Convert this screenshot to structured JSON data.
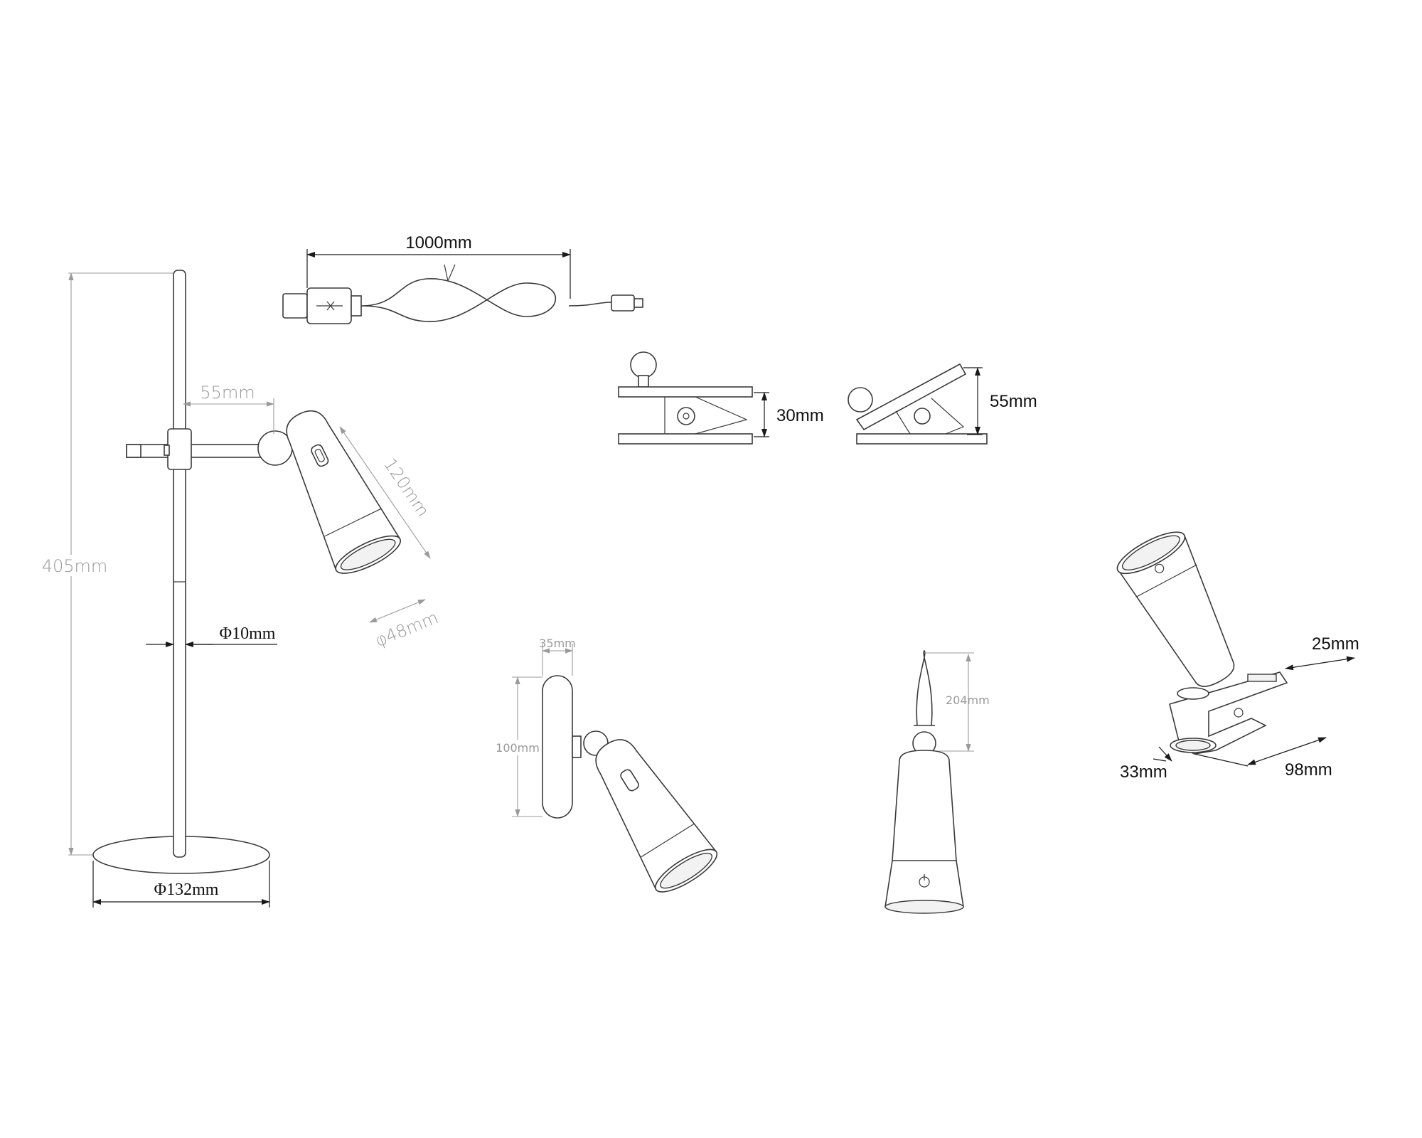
{
  "drawing": {
    "table_lamp": {
      "height_label": "405mm",
      "arm_offset_label": "55mm",
      "head_length_label": "120mm",
      "head_diameter_label": "φ48mm",
      "pole_diameter_label": "Φ10mm",
      "base_diameter_label": "Φ132mm"
    },
    "usb_cable": {
      "length_label": "1000mm"
    },
    "clip_closed": {
      "height_label": "30mm"
    },
    "clip_open": {
      "height_label": "55mm"
    },
    "wall_mount": {
      "depth_label": "35mm",
      "height_label": "100mm"
    },
    "hanging_torch": {
      "length_label": "204mm"
    },
    "clip_lamp": {
      "width_label": "25mm",
      "depth_label": "33mm",
      "length_label": "98mm"
    }
  }
}
